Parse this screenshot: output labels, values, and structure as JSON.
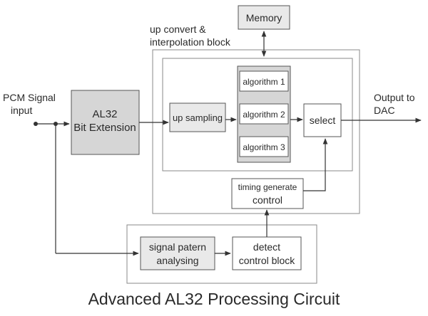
{
  "diagram": {
    "title": "Advanced AL32 Processing Circuit",
    "input_label": [
      "PCM Signal",
      "input"
    ],
    "output_label": [
      "Output to",
      "DAC"
    ],
    "memory": "Memory",
    "upconvert_label": [
      "up convert &",
      "interpolation block"
    ],
    "bit_extension": [
      "AL32",
      "Bit Extension"
    ],
    "up_sampling": "up sampling",
    "algorithms": [
      "algorithm 1",
      "algorithm 2",
      "algorithm 3"
    ],
    "select": "select",
    "timing": [
      "timing generate",
      "control"
    ],
    "signal_patern": [
      "signal patern",
      "analysing"
    ],
    "detect": [
      "detect",
      "control block"
    ]
  }
}
